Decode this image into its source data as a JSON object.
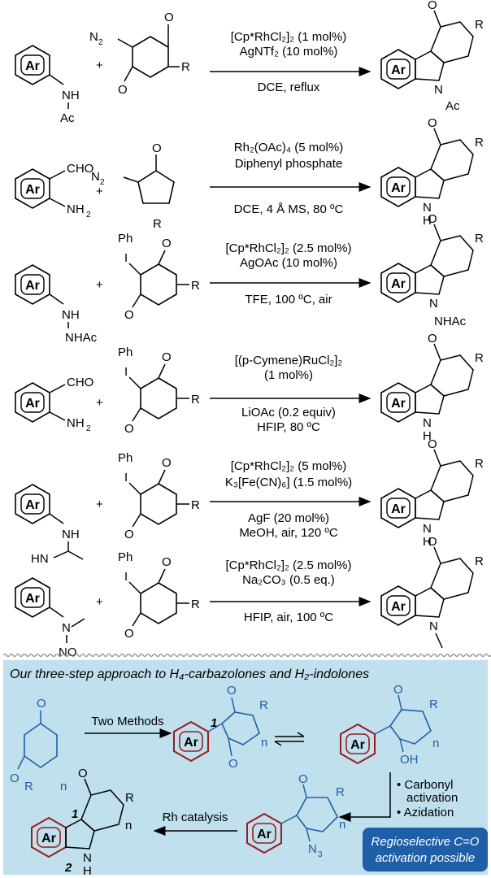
{
  "labels": {
    "ar": "Ar",
    "plus": "+",
    "nh": "NH",
    "ac": "Ac",
    "n": "N",
    "h": "H",
    "nhac": "NHAc",
    "nh2": "NH",
    "cho": "CHO",
    "ph": "Ph",
    "i": "I",
    "o": "O",
    "r": "R",
    "n2": "N",
    "hn": "HN",
    "no": "NO",
    "oh": "OH",
    "n3": "N",
    "num1": "1",
    "num2": "2",
    "nsub": "n"
  },
  "reactions": [
    {
      "cond_top": [
        "[Cp*RhCl₂]₂ (1 mol%)",
        "AgNTf₂ (10 mol%)"
      ],
      "cond_bottom": [
        "DCE, reflux"
      ]
    },
    {
      "cond_top": [
        "Rh₂(OAc)₄ (5 mol%)",
        "Diphenyl phosphate"
      ],
      "cond_bottom": [
        "DCE, 4 Å MS, 80 ºC"
      ]
    },
    {
      "cond_top": [
        "[Cp*RhCl₂]₂ (2.5 mol%)",
        "AgOAc (10 mol%)"
      ],
      "cond_bottom": [
        "TFE, 100 ºC, air"
      ]
    },
    {
      "cond_top": [
        "[(p-Cymene)RuCl₂]₂",
        "(1 mol%)"
      ],
      "cond_bottom": [
        "LiOAc (0.2 equiv)",
        "HFIP, 80 ºC"
      ]
    },
    {
      "cond_top": [
        "[Cp*RhCl₂]₂ (5 mol%)",
        "K₃[Fe(CN)₆] (1.5 mol%)"
      ],
      "cond_bottom": [
        "AgF (20 mol%)",
        "MeOH, air, 120 ºC"
      ]
    },
    {
      "cond_top": [
        "[Cp*RhCl₂]₂ (2.5 mol%)",
        "Na₂CO₃ (0.5 eq.)"
      ],
      "cond_bottom": [
        "HFIP, air, 100 ºC"
      ]
    }
  ],
  "approach": {
    "title": "Our three-step approach to H₄-carbazolones and H₂-indolones",
    "step1": "Two Methods",
    "step2_lines": [
      "• Carbonyl",
      "activation",
      "• Azidation"
    ],
    "step3": "Rh catalysis",
    "badge_lines": [
      "Regioselective C=O",
      "activation possible"
    ]
  },
  "colors": {
    "panel_bg": "#bfe0ec",
    "blue": "#1f5fa8",
    "red": "#9a1c1c",
    "badge_bg": "#1f5fa8"
  }
}
